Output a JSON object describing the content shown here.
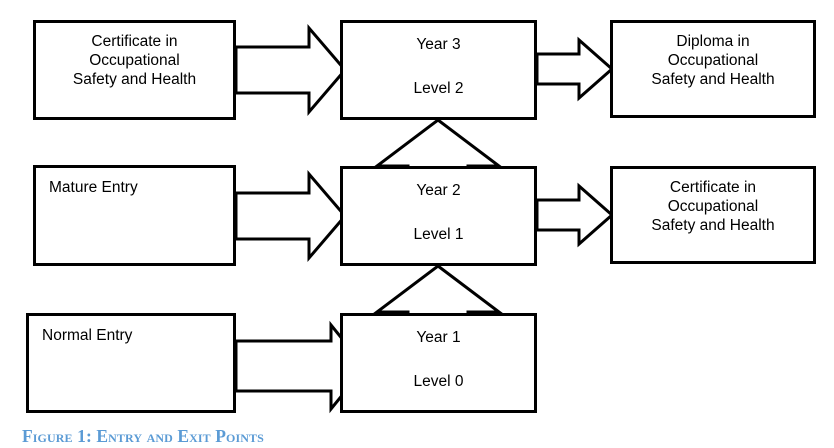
{
  "figure": {
    "caption": "Figure 1: Entry and Exit Points",
    "caption_color": "#5B9BD5",
    "stroke_color": "#000000",
    "background_color": "#ffffff"
  },
  "diagram": {
    "type": "flowchart",
    "entry_boxes": [
      {
        "id": "entry-certificate-osh",
        "label": "Certificate in\nOccupational\nSafety and Health",
        "align": "center",
        "row": "top"
      },
      {
        "id": "entry-mature",
        "label": "Mature Entry",
        "align": "left",
        "row": "middle"
      },
      {
        "id": "entry-normal",
        "label": "Normal Entry",
        "align": "left",
        "row": "bottom"
      }
    ],
    "stage_boxes": [
      {
        "id": "stage-year-3",
        "year": "Year 3",
        "level": "Level 2",
        "row": "top"
      },
      {
        "id": "stage-year-2",
        "year": "Year 2",
        "level": "Level 1",
        "row": "middle"
      },
      {
        "id": "stage-year-1",
        "year": "Year 1",
        "level": "Level 0",
        "row": "bottom"
      }
    ],
    "exit_boxes": [
      {
        "id": "exit-diploma-osh",
        "label": "Diploma in\nOccupational\nSafety and Health",
        "row": "top"
      },
      {
        "id": "exit-certificate-osh",
        "label": "Certificate in\nOccupational\nSafety and Health",
        "row": "middle"
      }
    ],
    "arrows": [
      {
        "id": "arrow-entry-cert-to-year3",
        "direction": "right",
        "from": "entry-certificate-osh",
        "to": "stage-year-3"
      },
      {
        "id": "arrow-entry-mature-to-year2",
        "direction": "right",
        "from": "entry-mature",
        "to": "stage-year-2"
      },
      {
        "id": "arrow-entry-normal-to-year1",
        "direction": "right",
        "from": "entry-normal",
        "to": "stage-year-1"
      },
      {
        "id": "arrow-year3-to-diploma",
        "direction": "right",
        "from": "stage-year-3",
        "to": "exit-diploma-osh"
      },
      {
        "id": "arrow-year2-to-certificate",
        "direction": "right",
        "from": "stage-year-2",
        "to": "exit-certificate-osh"
      },
      {
        "id": "arrow-year1-to-year2",
        "direction": "up",
        "from": "stage-year-1",
        "to": "stage-year-2"
      },
      {
        "id": "arrow-year2-to-year3",
        "direction": "up",
        "from": "stage-year-2",
        "to": "stage-year-3"
      }
    ]
  }
}
